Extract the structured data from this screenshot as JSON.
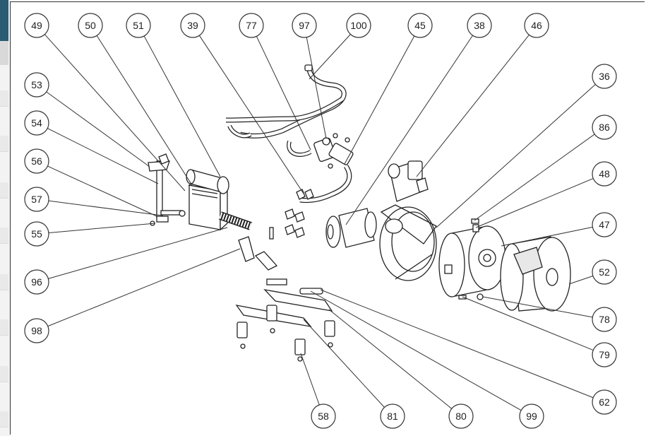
{
  "diagram": {
    "part_numbers": [
      "49",
      "50",
      "51",
      "39",
      "77",
      "97",
      "100",
      "45",
      "38",
      "46",
      "36",
      "86",
      "48",
      "47",
      "52",
      "78",
      "79",
      "62",
      "99",
      "80",
      "81",
      "58",
      "98",
      "96",
      "55",
      "57",
      "56",
      "54",
      "53"
    ]
  },
  "colors": {
    "line": "#222222",
    "fill": "#ffffff",
    "sidebar_accent": "#2b5a73"
  }
}
